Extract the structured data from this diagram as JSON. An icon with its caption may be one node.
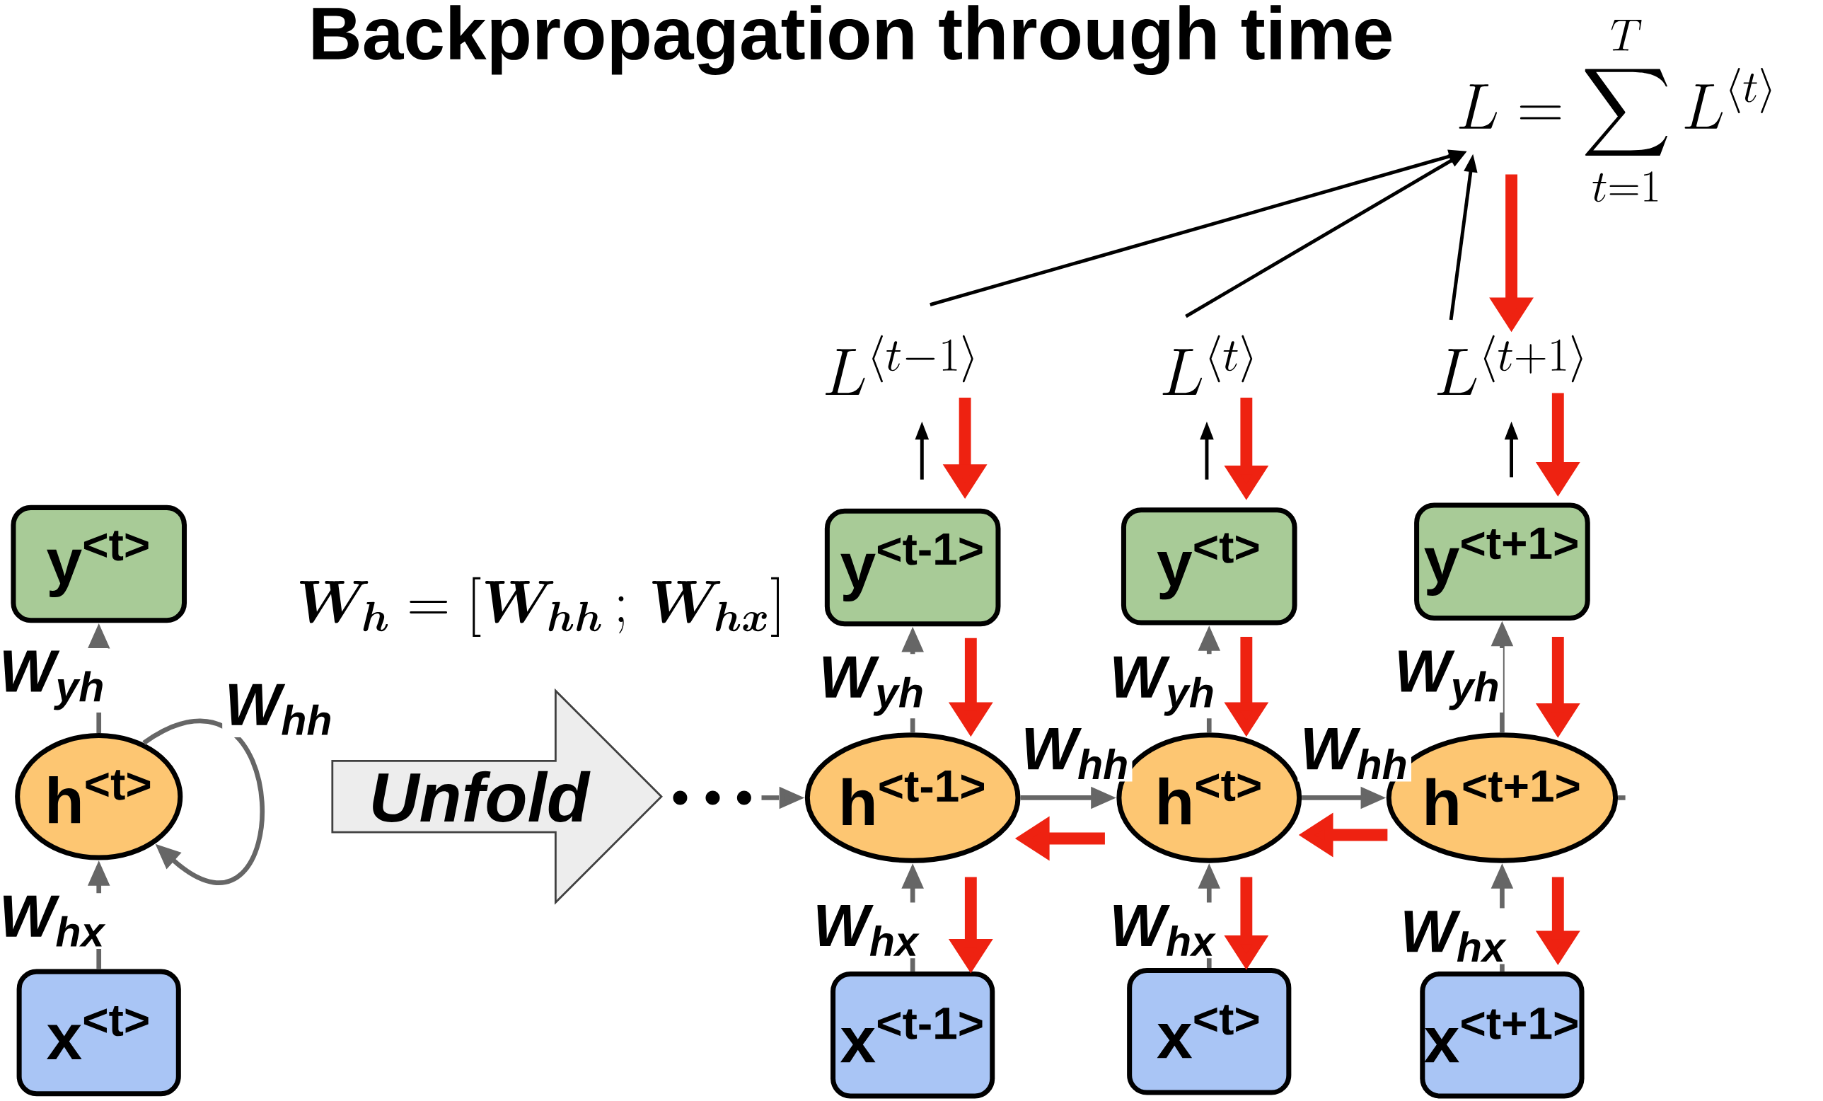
{
  "diagram": {
    "title": "Backpropagation through time",
    "nodes": [
      {
        "text": [
          "y$^{<t>}$"
        ]
      },
      {
        "text": [
          "h$^{<t>}$"
        ]
      },
      {
        "text": [
          "x$^{<t>}$"
        ]
      },
      {
        "text": [
          "Unfold"
        ]
      },
      {
        "text": [
          "L = \\sum_{t=1}^{T} L^{\\langle t \\rangle}"
        ]
      },
      {
        "text": [
          "L^{\\langle t-1 \\rangle}"
        ]
      },
      {
        "text": [
          "L^{\\langle t \\rangle}"
        ]
      },
      {
        "text": [
          "L^{\\langle t+1 \\rangle}"
        ]
      },
      {
        "text": [
          "y$^{<t-1>}$"
        ]
      },
      {
        "text": [
          "y$^{<t>}$"
        ]
      },
      {
        "text": [
          "y$^{<t+1>}$"
        ]
      },
      {
        "text": [
          "h$^{<t-1>}$"
        ]
      },
      {
        "text": [
          "h$^{<t>}$"
        ]
      },
      {
        "text": [
          "h$^{<t+1>}$"
        ]
      },
      {
        "text": [
          "x$^{<t-1>}$"
        ]
      },
      {
        "text": [
          "x$^{<t>}$"
        ]
      },
      {
        "text": [
          "x$^{<t+1>}$"
        ]
      }
    ],
    "edges": [
      {
        "from": 2,
        "to": 1,
        "arrow": "to",
        "label": "W$_{hx}$"
      },
      {
        "from": 1,
        "to": 0,
        "arrow": "to",
        "label": "W$_{yh}$"
      },
      {
        "from": 1,
        "to": 1,
        "arrow": "to",
        "label": "W$_{hh}$"
      },
      {
        "from": null,
        "to": 11,
        "arrow": "to",
        "style": "dashed"
      },
      {
        "from": 14,
        "to": 11,
        "arrow": "to",
        "label": "W$_{hx}$"
      },
      {
        "from": 11,
        "to": 8,
        "arrow": "to",
        "label": "W$_{yh}$"
      },
      {
        "from": 15,
        "to": 12,
        "arrow": "to",
        "label": "W$_{hx}$"
      },
      {
        "from": 12,
        "to": 9,
        "arrow": "to",
        "label": "W$_{yh}$"
      },
      {
        "from": 16,
        "to": 13,
        "arrow": "to",
        "label": "W$_{hx}$"
      },
      {
        "from": 13,
        "to": 10,
        "arrow": "to",
        "label": "W$_{yh}$"
      },
      {
        "from": 11,
        "to": 12,
        "arrow": "to",
        "label": "W$_{hh}$"
      },
      {
        "from": 12,
        "to": 13,
        "arrow": "to",
        "label": "W$_{hh}$"
      },
      {
        "from": 13,
        "to": null,
        "arrow": "none"
      },
      {
        "from": 5,
        "to": 4,
        "arrow": "to",
        "color": "#000000"
      },
      {
        "from": 6,
        "to": 4,
        "arrow": "to",
        "color": "#000000"
      },
      {
        "from": 7,
        "to": 4,
        "arrow": "to",
        "color": "#000000"
      },
      {
        "from": 8,
        "to": 5,
        "arrow": "to",
        "color": "#000000"
      },
      {
        "from": 9,
        "to": 6,
        "arrow": "to",
        "color": "#000000"
      },
      {
        "from": 10,
        "to": 7,
        "arrow": "to",
        "color": "#000000"
      },
      {
        "from": 4,
        "to": 7,
        "arrow": "to",
        "style": "thick",
        "color": "#ee2211"
      },
      {
        "from": 5,
        "to": 8,
        "arrow": "to",
        "style": "thick",
        "color": "#ee2211"
      },
      {
        "from": 6,
        "to": 9,
        "arrow": "to",
        "style": "thick",
        "color": "#ee2211"
      },
      {
        "from": 7,
        "to": 10,
        "arrow": "to",
        "style": "thick",
        "color": "#ee2211"
      },
      {
        "from": 8,
        "to": 11,
        "arrow": "to",
        "style": "thick",
        "color": "#ee2211"
      },
      {
        "from": 9,
        "to": 12,
        "arrow": "to",
        "style": "thick",
        "color": "#ee2211"
      },
      {
        "from": 10,
        "to": 13,
        "arrow": "to",
        "style": "thick",
        "color": "#ee2211"
      },
      {
        "from": 11,
        "to": 14,
        "arrow": "to",
        "style": "thick",
        "color": "#ee2211"
      },
      {
        "from": 12,
        "to": 15,
        "arrow": "to",
        "style": "thick",
        "color": "#ee2211"
      },
      {
        "from": 13,
        "to": 16,
        "arrow": "to",
        "style": "thick",
        "color": "#ee2211"
      },
      {
        "from": 12,
        "to": 11,
        "arrow": "to",
        "style": "thick",
        "color": "#ee2211"
      },
      {
        "from": 13,
        "to": 12,
        "arrow": "to",
        "style": "thick",
        "color": "#ee2211"
      }
    ],
    "labels": [
      "\\boldsymbol{W_h}=\\left[\\boldsymbol{W_{hh}}\\,;\\,\\boldsymbol{W_{hx}}\\right]"
    ]
  }
}
